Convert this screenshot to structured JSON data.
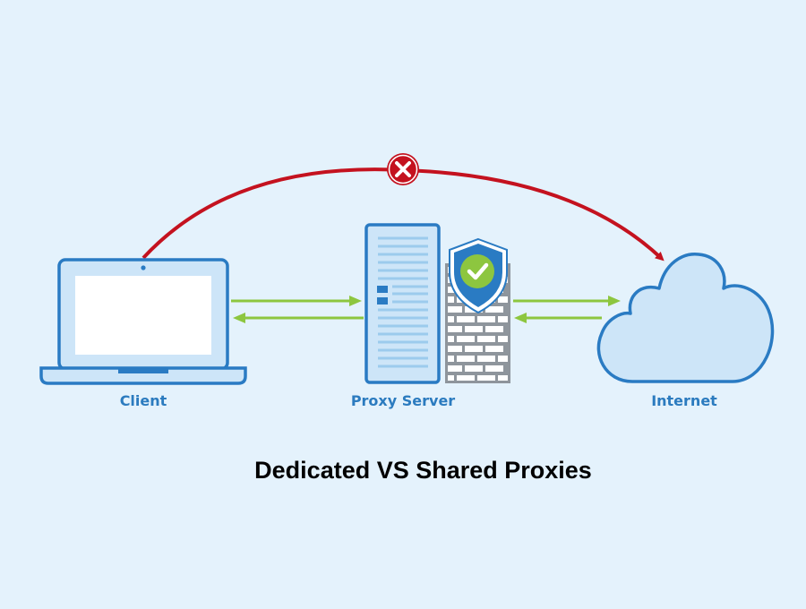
{
  "labels": {
    "client": "Client",
    "proxy_server": "Proxy Server",
    "internet": "Internet"
  },
  "caption": "Dedicated VS Shared Proxies",
  "icons": {
    "client": "laptop-icon",
    "proxy": "server-tower-icon",
    "firewall": "brick-wall-icon",
    "security": "shield-check-icon",
    "internet": "cloud-icon",
    "blocked": "x-circle-icon"
  },
  "colors": {
    "background": "#e4f2fc",
    "outline_blue": "#2a7bc3",
    "label_blue": "#2b7bbf",
    "fill_light": "#cde5f8",
    "arrow_green": "#8dc63f",
    "blocked_red": "#c4121f",
    "wall_gray": "#8e959c",
    "shield_blue": "#2a7bc3",
    "check_green": "#8dc63f"
  }
}
